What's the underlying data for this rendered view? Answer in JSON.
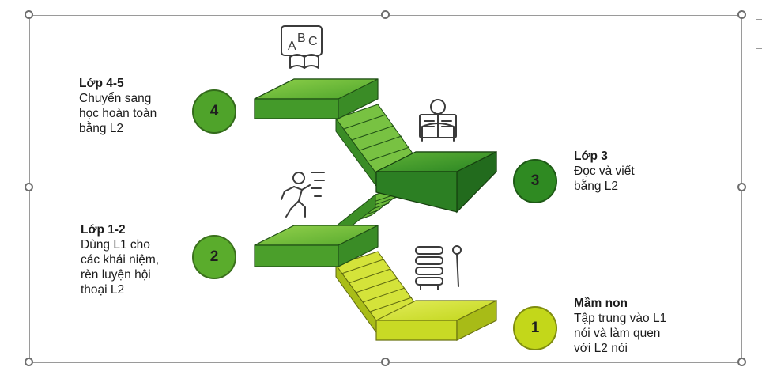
{
  "steps": [
    {
      "number": "4",
      "title": "Lớp 4-5",
      "description": "Chuyển sang\nhọc hoàn toàn\nbằng L2",
      "color": "#4fa32a"
    },
    {
      "number": "3",
      "title": "Lớp 3",
      "description": "Đọc và viết\nbằng L2",
      "color": "#2f8a22"
    },
    {
      "number": "2",
      "title": "Lớp 1-2",
      "description": "Dùng L1 cho\ncác khái niệm,\nrèn luyện hội\nthoại L2",
      "color": "#5aac2c"
    },
    {
      "number": "1",
      "title": "Mầm non",
      "description": "Tập trung vào L1\nnói và làm quen\nvới L2 nói",
      "color": "#c3d71a"
    }
  ],
  "icons": {
    "abc_book": "abc-book-icon",
    "person_reading": "person-reading-icon",
    "running_person": "running-person-icon",
    "abacus": "abacus-icon"
  },
  "abc_letters": {
    "a": "A",
    "b": "B",
    "c": "C"
  },
  "colors": {
    "lime": "#c3d71a",
    "light_green": "#6dbb35",
    "green": "#3f9a2a",
    "dark_green": "#237a22"
  }
}
